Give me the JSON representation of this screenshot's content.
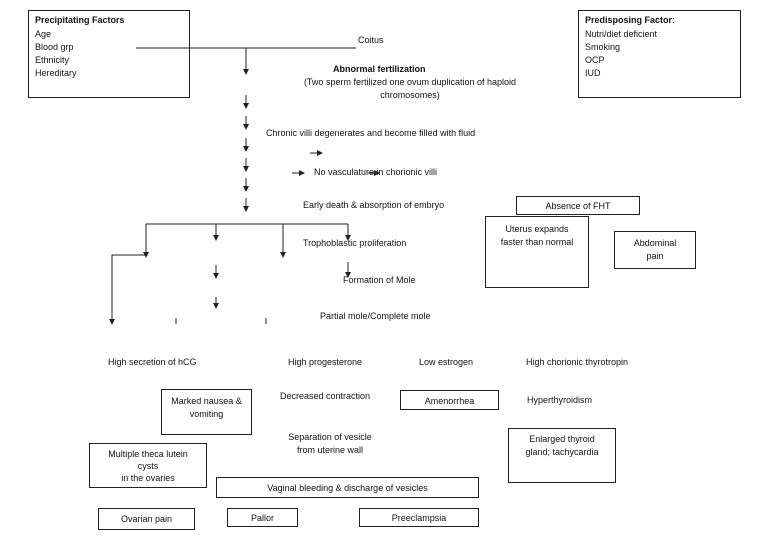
{
  "precipitating": {
    "title": "Precipitating Factors",
    "items": [
      "Age",
      "Blood grp",
      "Ethnicity",
      "Hereditary"
    ]
  },
  "predisposing": {
    "title": "Predisposing Factor:",
    "items": [
      "Nutri/diet deficient",
      "Smoking",
      "OCP",
      "IUD"
    ]
  },
  "flow": {
    "coitus": "Coitus",
    "abnormal_title": "Abnormal fertilization",
    "abnormal_line1": "(Two sperm fertilized one ovum duplication of haploid",
    "abnormal_line2": "chromosomes)",
    "chronic": "Chronic villi degenerates and become filled with fluid",
    "no_vasc": "No vasculature in chorionic villi",
    "early_death": "Early death & absorption of embryo",
    "trophoblastic": "Trophoblastic proliferation",
    "formation": "Formation of Mole",
    "partial": "Partial mole/Complete mole"
  },
  "side_boxes": {
    "absence_fht": "Absence of FHT",
    "uterus_line1": "Uterus expands",
    "uterus_line2": "faster than normal",
    "abdominal_line1": "Abdominal",
    "abdominal_line2": "pain"
  },
  "effects": {
    "hcg": "High secretion of hCG",
    "progesterone": "High progesterone",
    "estrogen": "Low estrogen",
    "thyrotropin": "High chorionic thyrotropin"
  },
  "outcomes": {
    "nausea_line1": "Marked nausea &",
    "nausea_line2": "vomiting",
    "decreased": "Decreased contraction",
    "amenorrhea": "Amenorrhea",
    "hyperthyroidism": "Hyperthyroidism",
    "separation_line1": "Separation of vesicle",
    "separation_line2": "from uterine wall",
    "thyroid_line1": "Enlarged thyroid",
    "thyroid_line2": "gland; tachycardia",
    "theca_line1": "Multiple theca lutein",
    "theca_line2": "cysts",
    "theca_line3": "in the ovaries",
    "bleeding": "Vaginal bleeding & discharge of vesicles",
    "ovarian_pain": "Ovarian pain",
    "pallor": "Pallor",
    "preeclampsia": "Preeclampsia"
  }
}
